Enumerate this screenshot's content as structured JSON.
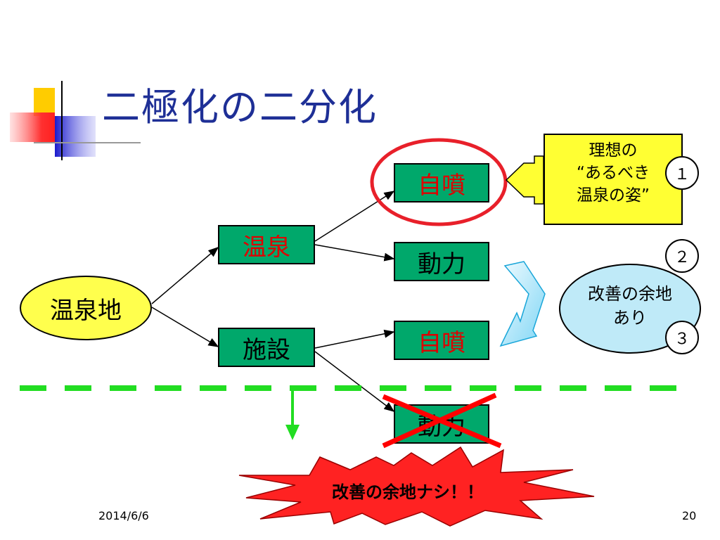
{
  "slide": {
    "title": "二極化の二分化",
    "date": "2014/6/6",
    "page_number": "20"
  },
  "diagram": {
    "root": "温泉地",
    "branch_onsen": "温泉",
    "branch_facility": "施設",
    "onsen_self": "自噴",
    "onsen_power": "動力",
    "facility_self": "自噴",
    "facility_power": "動力",
    "ideal_callout": [
      "理想の",
      "“あるべき",
      "温泉の姿”"
    ],
    "improvement_callout": [
      "改善の余地",
      "あり"
    ],
    "marker_1": "１",
    "marker_2": "２",
    "marker_3": "３",
    "no_improvement": "改善の余地ナシ！！"
  },
  "colors": {
    "title": "#1e2f96",
    "box_fill": "#00a86b",
    "highlight_text": "#e00000",
    "root_fill": "#ffff4d",
    "callout_fill": "#ffff33",
    "improvement_fill": "#bfeaf8",
    "dashed_line": "#22dd22",
    "burst_fill": "#ff2222",
    "cross": "#ff0000"
  }
}
